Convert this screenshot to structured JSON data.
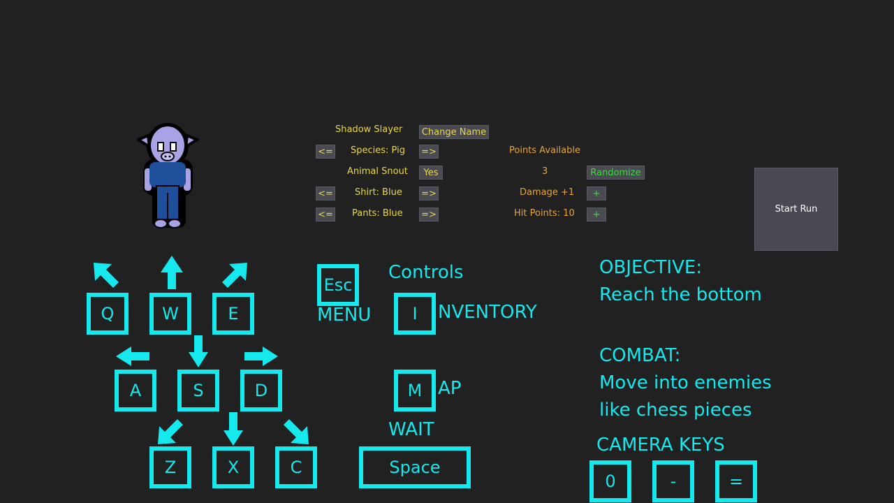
{
  "character": {
    "name": "Shadow Slayer",
    "change_name_label": "Change Name",
    "species": "Species: Pig",
    "snout": "Animal Snout",
    "snout_value": "Yes",
    "shirt": "Shirt: Blue",
    "pants": "Pants: Blue",
    "prev_label": "<=",
    "next_label": "=>"
  },
  "points": {
    "title": "Points Available",
    "value": "3",
    "randomize_label": "Randomize",
    "damage": "Damage +1",
    "hit_points": "Hit Points: 10",
    "plus_label": "+"
  },
  "start_run_label": "Start Run",
  "controls": {
    "title": "Controls",
    "esc_key": "Esc",
    "menu_label": "MENU",
    "inventory_key": "I",
    "inventory_label": "NVENTORY",
    "map_key": "M",
    "map_label": "AP",
    "wait_label": "WAIT",
    "space_key": "Space",
    "move_keys": [
      "Q",
      "W",
      "E",
      "A",
      "S",
      "D",
      "Z",
      "X",
      "C"
    ]
  },
  "info": {
    "objective_title": "OBJECTIVE:",
    "objective_text": "Reach the bottom",
    "combat_title": "COMBAT:",
    "combat_line1": "Move into enemies",
    "combat_line2": "like chess pieces",
    "camera_title": "CAMERA KEYS",
    "camera_keys": [
      "0",
      "-",
      "="
    ]
  },
  "colors": {
    "background": "#212121",
    "cyan": "#16e9ee",
    "yellow": "#e8d84a",
    "orange": "#e8a53a",
    "green": "#3fd640"
  }
}
